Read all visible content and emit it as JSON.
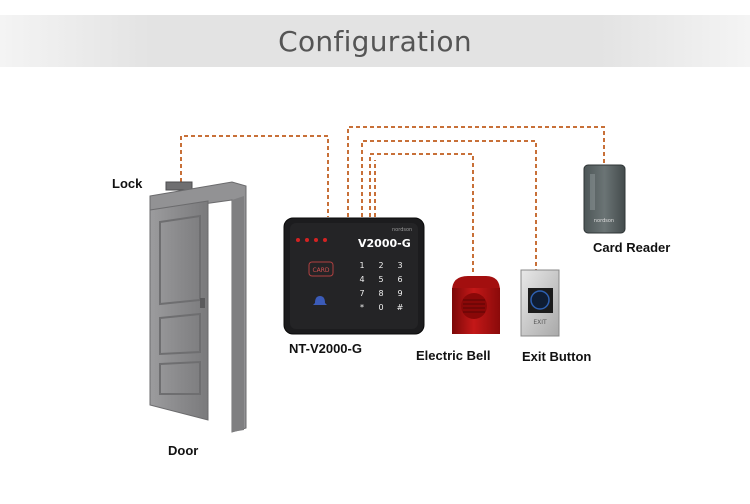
{
  "title": "Configuration",
  "labels": {
    "lock": "Lock",
    "door": "Door",
    "controller": "NT-V2000-G",
    "bell": "Electric Bell",
    "exit_button": "Exit Button",
    "card_reader": "Card Reader"
  },
  "controller": {
    "brand": "nordson",
    "model": "V2000-G",
    "card_text": "CARD",
    "keys": [
      "1",
      "2",
      "3",
      "4",
      "5",
      "6",
      "7",
      "8",
      "9",
      "*",
      "0",
      "#"
    ]
  },
  "exit_button": {
    "panel_text": "EXIT"
  },
  "card_reader": {
    "brand": "nordson"
  },
  "colors": {
    "wire": "#c87038",
    "door": "#8d8d8f",
    "controller": "#1c1c1e",
    "bell": "#b01010",
    "title_bg": "#e3e3e3",
    "title_text": "#555555"
  }
}
